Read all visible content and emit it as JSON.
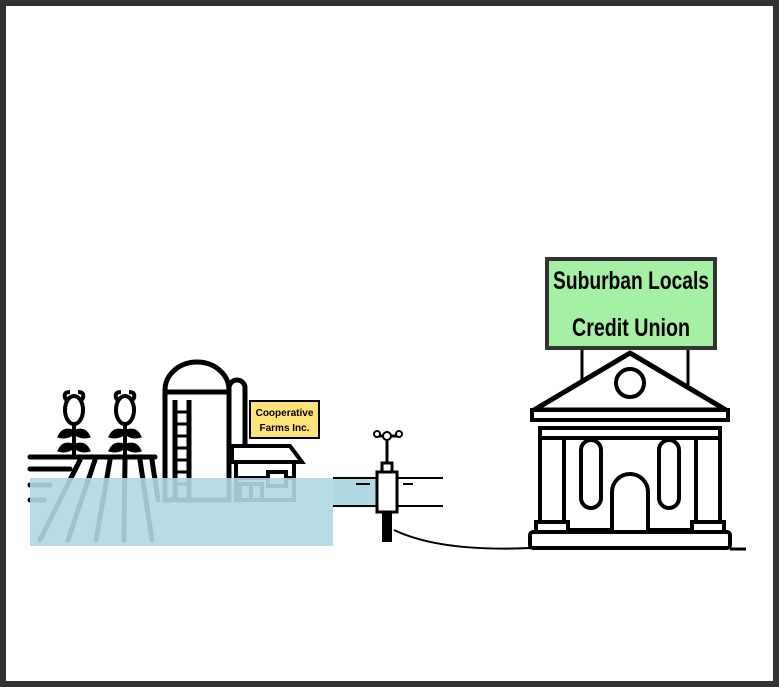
{
  "colors": {
    "frame": "#333333",
    "water": "#aed9e3",
    "credit_union_sign": "#a5f0a5",
    "farm_sign": "#ffe27a",
    "ink": "#000000"
  },
  "farm": {
    "sign_line1": "Cooperative",
    "sign_line2": "Farms Inc."
  },
  "credit_union": {
    "sign_line1": "Suburban Locals",
    "sign_line2": "Credit Union"
  },
  "icons": [
    "corn-icon",
    "silo-icon",
    "barn-icon",
    "valve-icon",
    "pipe-icon",
    "bank-building-icon",
    "cable-icon"
  ]
}
